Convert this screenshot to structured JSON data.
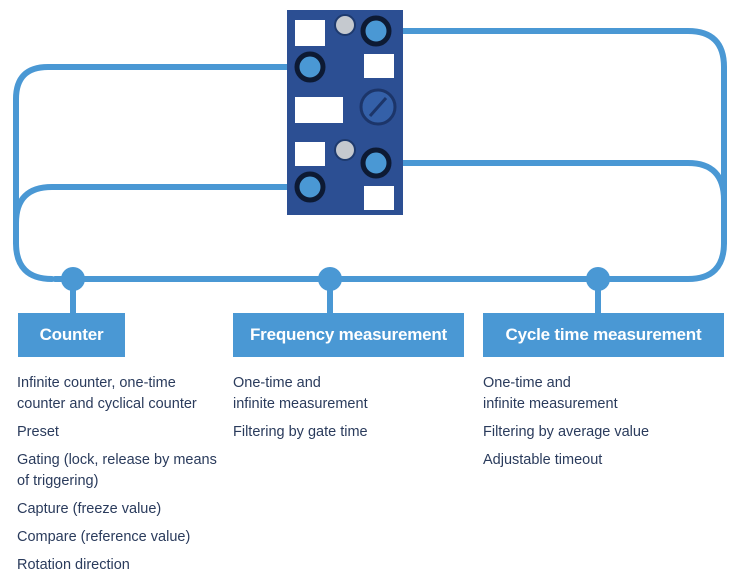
{
  "colors": {
    "line": "#4a98d4",
    "module_body": "#2c4f93",
    "box_fill": "#4a98d4",
    "box_text": "#ffffff",
    "list_text": "#2a3b5c"
  },
  "module": {
    "icon": "io-module-icon"
  },
  "functions": [
    {
      "title": "Counter",
      "items": [
        "Infinite counter, one-time\ncounter and cyclical counter",
        "Preset",
        "Gating (lock, release by means\nof triggering)",
        "Capture (freeze value)",
        "Compare (reference value)",
        "Rotation direction"
      ]
    },
    {
      "title": "Frequency measurement",
      "items": [
        "One-time and\ninfinite measurement",
        "Filtering by gate time"
      ]
    },
    {
      "title": "Cycle time measurement",
      "items": [
        "One-time and\ninfinite measurement",
        "Filtering by average value",
        "Adjustable timeout"
      ]
    }
  ]
}
